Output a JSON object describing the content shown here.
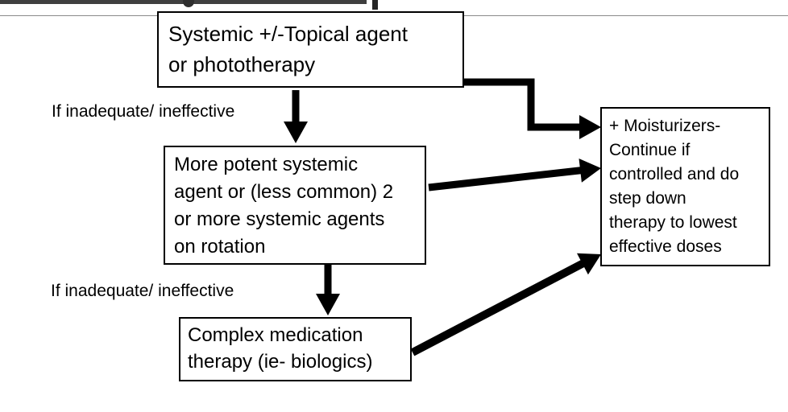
{
  "slide": {
    "background_color": "#ffffff",
    "title_remnant": {
      "underline_color": "#3f3f3f",
      "divider_color": "#8a8a8a"
    }
  },
  "flowchart": {
    "text_color": "#000000",
    "box_border_color": "#000000",
    "arrow_color": "#000000",
    "box_systemic": {
      "lines": [
        "Systemic +/-Topical agent",
        "or phototherapy"
      ]
    },
    "label_inadequate_1": "If inadequate/ ineffective",
    "box_more_potent": {
      "lines": [
        "More potent systemic",
        "agent or (less common) 2",
        "or more systemic agents",
        "on rotation"
      ]
    },
    "label_inadequate_2": "If inadequate/ ineffective",
    "box_complex": {
      "lines": [
        "Complex medication",
        "therapy (ie- biologics)"
      ]
    },
    "box_moisturizers": {
      "lines": [
        "+ Moisturizers-",
        "Continue if",
        "controlled and do",
        "step down",
        "therapy to lowest",
        "effective doses"
      ]
    }
  }
}
